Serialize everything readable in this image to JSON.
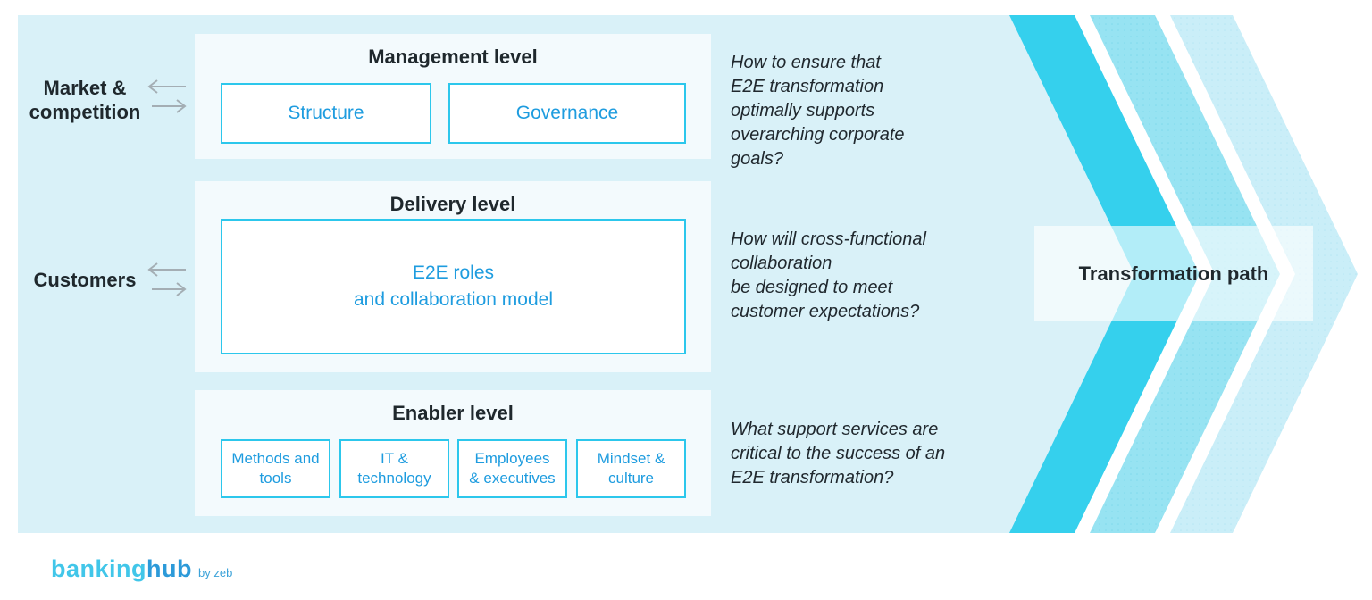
{
  "diagram": {
    "left_labels": [
      {
        "text": "Market &\ncompetition"
      },
      {
        "text": "Customers"
      }
    ],
    "levels": [
      {
        "title": "Management level",
        "boxes": [
          {
            "label": "Structure"
          },
          {
            "label": "Governance"
          }
        ]
      },
      {
        "title": "Delivery level",
        "boxes": [
          {
            "label": "E2E roles\nand collaboration model"
          }
        ]
      },
      {
        "title": "Enabler level",
        "boxes": [
          {
            "label": "Methods and\ntools"
          },
          {
            "label": "IT &\ntechnology"
          },
          {
            "label": "Employees\n& executives"
          },
          {
            "label": "Mindset &\nculture"
          }
        ]
      }
    ],
    "questions": [
      {
        "text": "How to ensure that\nE2E transformation\noptimally supports\noverarching corporate\ngoals?"
      },
      {
        "text": "How will cross-functional\ncollaboration\nbe designed to meet\ncustomer expectations?"
      },
      {
        "text": "What support services are\ncritical to the success of an\nE2E transformation?"
      }
    ],
    "transformation_path_label": "Transformation path",
    "logo": {
      "part1": "banking",
      "part2": "hub",
      "byline": "by zeb"
    },
    "colors": {
      "panel_bg": "#d9f1f8",
      "level_panel_bg": "#f3fafd",
      "box_border": "#2cc7ec",
      "box_text": "#1e9cdf",
      "dark_text": "#1f282d",
      "arrow_gray": "#a4aeb4",
      "chevron_strong": "#35d0ed",
      "chevron_medium": "#97e3f2",
      "chevron_light": "#caeef8"
    }
  }
}
